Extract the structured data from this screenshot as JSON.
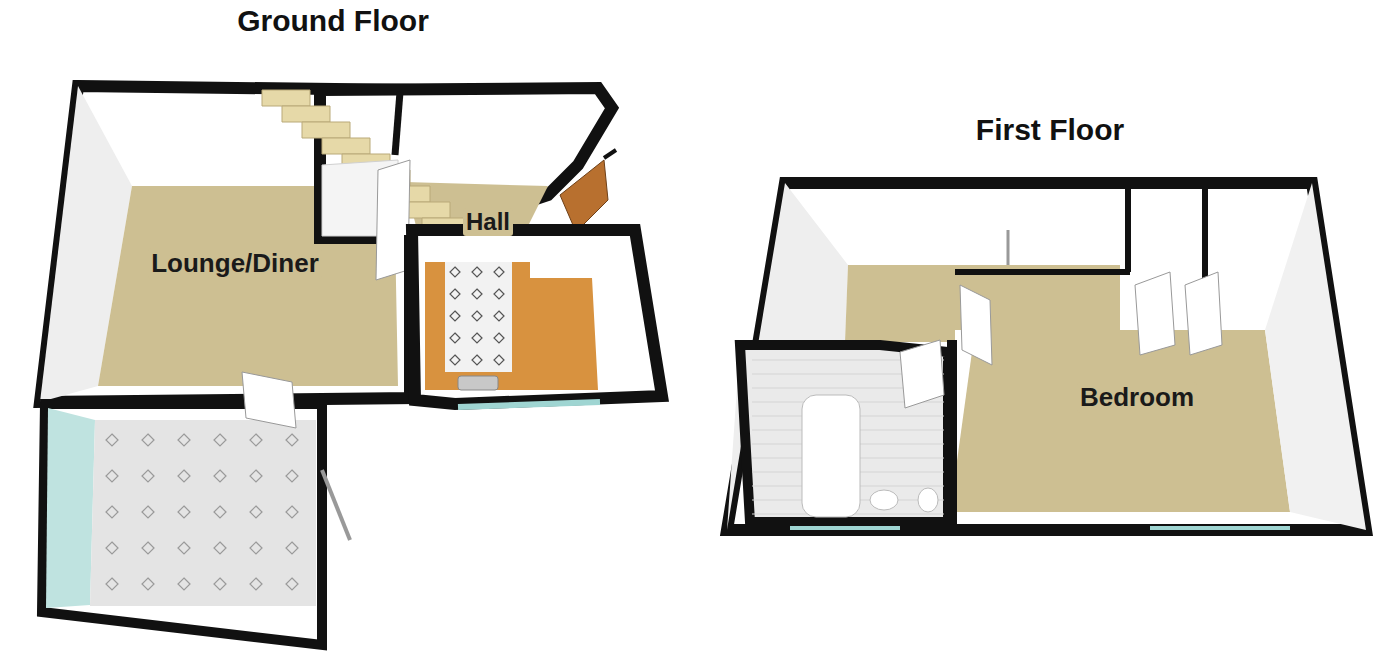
{
  "diagram": {
    "nodes": [
      {
        "text": [
          "Ground Floor"
        ]
      },
      {
        "text": [
          "Lounge/Diner"
        ],
        "in": 0
      },
      {
        "text": [
          "Hall"
        ],
        "in": 0
      },
      {
        "text": [
          "First Floor"
        ]
      },
      {
        "text": [
          "Bedroom"
        ],
        "in": 3
      }
    ]
  }
}
